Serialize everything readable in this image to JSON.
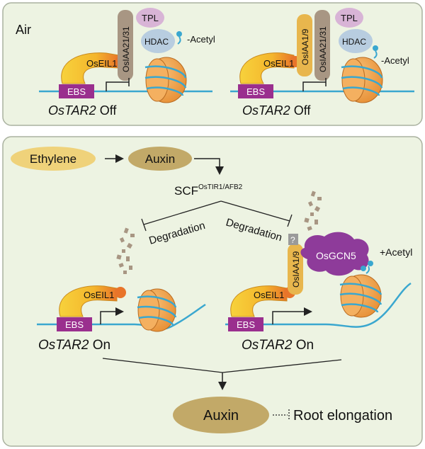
{
  "top_panel": {
    "condition": "Air",
    "left_state": {
      "gene": "OsTAR2",
      "status": " Off",
      "ebs": "EBS",
      "tf": "OsEIL1",
      "repressor": "OsIAA21/31",
      "tpl": "TPL",
      "hdac": "HDAC",
      "acetyl": "-Acetyl"
    },
    "right_state": {
      "gene": "OsTAR2",
      "status": " Off",
      "ebs": "EBS",
      "tf": "OsEIL1",
      "repressor1": "OsIAA1/9",
      "repressor2": "OsIAA21/31",
      "tpl": "TPL",
      "hdac": "HDAC",
      "acetyl": "-Acetyl"
    }
  },
  "bottom_panel": {
    "ethylene": "Ethylene",
    "auxin": "Auxin",
    "scf": "SCF",
    "scf_sup": "OsTIR1/AFB2",
    "degradation_left": "Degradation",
    "degradation_right": "Degradation",
    "left_state": {
      "gene": "OsTAR2",
      "status": " On",
      "ebs": "EBS",
      "tf": "OsEIL1"
    },
    "right_state": {
      "gene": "OsTAR2",
      "status": " On",
      "ebs": "EBS",
      "tf": "OsEIL1",
      "repressor": "OsIAA1/9",
      "unknown": "?",
      "gcn5": "OsGCN5",
      "acetyl": "+Acetyl"
    },
    "auxin_out": "Auxin",
    "root_elongation": "Root elongation"
  },
  "colors": {
    "panel_fill": "#edf3e2",
    "panel_stroke": "#aab2a0",
    "ethylene_fill": "#efd27a",
    "auxin_fill": "#c2a968",
    "ebs_fill": "#9a2f8e",
    "dna": "#3aa7cf",
    "tpl_fill": "#d8b4d6",
    "hdac_fill": "#b8cde0",
    "iaa_fill": "#a89683",
    "iaa19_fill": "#e8b64d",
    "gcn5_fill": "#8e3b9a",
    "nucleosome_fill": "#f1a349"
  }
}
